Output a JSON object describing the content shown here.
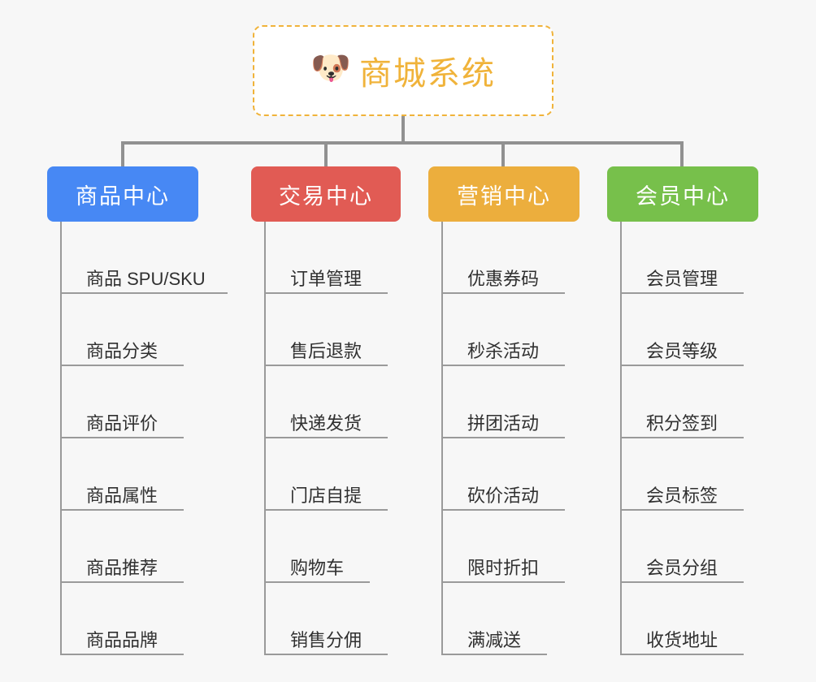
{
  "page": {
    "background_color": "#f7f7f7",
    "diagram_type": "mind-map"
  },
  "root": {
    "title": "商城系统",
    "icon": "shiba-dog-emoji",
    "icon_glyph": "🐶",
    "border_color": "#f0b33a",
    "text_color": "#f0b33a",
    "background_color": "#ffffff"
  },
  "connector_color": "#919191",
  "columns": [
    {
      "id": "product-center",
      "label": "商品中心",
      "color": "#4788f4",
      "items": [
        {
          "label": "商品 SPU/SKU",
          "underline_width": 204
        },
        {
          "label": "商品分类",
          "underline_width": 150
        },
        {
          "label": "商品评价",
          "underline_width": 150
        },
        {
          "label": "商品属性",
          "underline_width": 150
        },
        {
          "label": "商品推荐",
          "underline_width": 150
        },
        {
          "label": "商品品牌",
          "underline_width": 150
        }
      ]
    },
    {
      "id": "trade-center",
      "label": "交易中心",
      "color": "#e15b54",
      "items": [
        {
          "label": "订单管理",
          "underline_width": 150
        },
        {
          "label": "售后退款",
          "underline_width": 150
        },
        {
          "label": "快递发货",
          "underline_width": 150
        },
        {
          "label": "门店自提",
          "underline_width": 150
        },
        {
          "label": "购物车",
          "underline_width": 128
        },
        {
          "label": "销售分佣",
          "underline_width": 150
        }
      ]
    },
    {
      "id": "marketing-center",
      "label": "营销中心",
      "color": "#ecae3d",
      "items": [
        {
          "label": "优惠券码",
          "underline_width": 150
        },
        {
          "label": "秒杀活动",
          "underline_width": 150
        },
        {
          "label": "拼团活动",
          "underline_width": 150
        },
        {
          "label": "砍价活动",
          "underline_width": 150
        },
        {
          "label": "限时折扣",
          "underline_width": 150
        },
        {
          "label": "满减送",
          "underline_width": 128
        }
      ]
    },
    {
      "id": "member-center",
      "label": "会员中心",
      "color": "#77c04b",
      "items": [
        {
          "label": "会员管理",
          "underline_width": 150
        },
        {
          "label": "会员等级",
          "underline_width": 150
        },
        {
          "label": "积分签到",
          "underline_width": 150
        },
        {
          "label": "会员标签",
          "underline_width": 150
        },
        {
          "label": "会员分组",
          "underline_width": 150
        },
        {
          "label": "收货地址",
          "underline_width": 150
        }
      ]
    }
  ]
}
